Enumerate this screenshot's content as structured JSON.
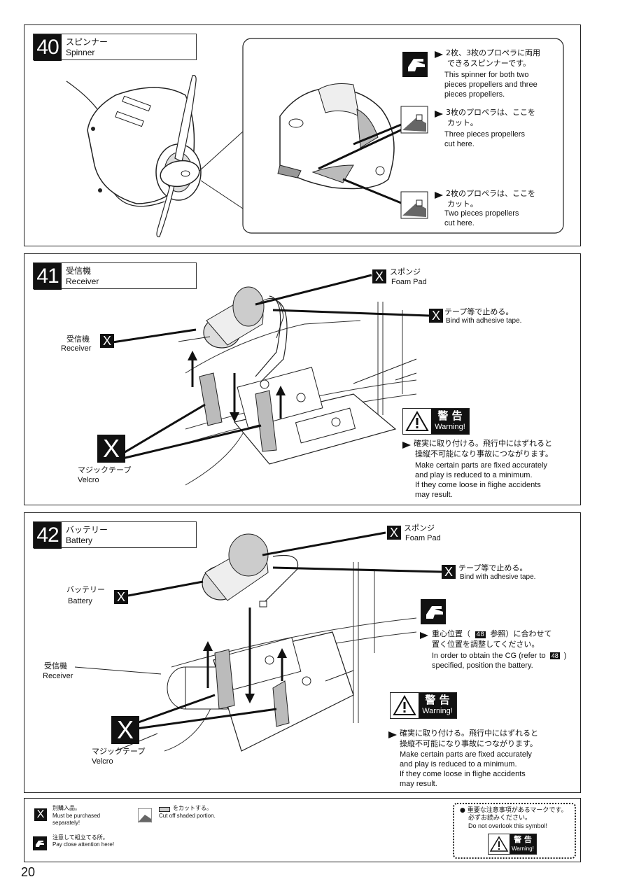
{
  "step40": {
    "num": "40",
    "title_jp": "スピンナー",
    "title_en": "Spinner",
    "note1_jp_1": "2枚、3枚のプロペラに両用",
    "note1_jp_2": "できるスピンナーです。",
    "note1_en_1": "This spinner for both two",
    "note1_en_2": "pieces propellers and three",
    "note1_en_3": "pieces propellers.",
    "note2_jp_1": "3枚のプロペラは、ここを",
    "note2_jp_2": "カット。",
    "note2_en_1": "Three pieces propellers",
    "note2_en_2": "cut here.",
    "note3_jp_1": "2枚のプロペラは、ここを",
    "note3_jp_2": "カット。",
    "note3_en_1": "Two pieces propellers",
    "note3_en_2": "cut here."
  },
  "step41": {
    "num": "41",
    "title_jp": "受信機",
    "title_en": "Receiver",
    "x": "X",
    "foam_jp": "スポンジ",
    "foam_en": "Foam Pad",
    "tape_jp": "テープ等で止める。",
    "tape_en": "Bind with adhesive tape.",
    "receiver_jp": "受信機",
    "receiver_en": "Receiver",
    "velcro_jp": "マジックテープ",
    "velcro_en": "Velcro",
    "warn_jp": "警 告",
    "warn_en": "Warning!",
    "w_jp_1": "確実に取り付ける。飛行中にはずれると",
    "w_jp_2": "操縦不可能になり事故につながります。",
    "w_en_1": "Make certain parts are fixed accurately",
    "w_en_2": "and play is reduced to a minimum.",
    "w_en_3": "If they come loose in flighe accidents",
    "w_en_4": "may result."
  },
  "step42": {
    "num": "42",
    "title_jp": "バッテリー",
    "title_en": "Battery",
    "x": "X",
    "foam_jp": "スポンジ",
    "foam_en": "Foam Pad",
    "tape_jp": "テープ等で止める。",
    "tape_en": "Bind with adhesive tape.",
    "battery_jp": "バッテリー",
    "battery_en": "Battery",
    "receiver_jp": "受信機",
    "receiver_en": "Receiver",
    "velcro_jp": "マジックテープ",
    "velcro_en": "Velcro",
    "cg_jp_1a": "重心位置（",
    "cg_ref": "48",
    "cg_jp_1b": "参照）に合わせて",
    "cg_jp_2": "置く位置を調整してください。",
    "cg_en_1": "In order to obtain the CG (refer to",
    "cg_en_1b": ")",
    "cg_en_2": "specified, position the battery.",
    "warn_jp": "警 告",
    "warn_en": "Warning!",
    "w_jp_1": "確実に取り付ける。飛行中にはずれると",
    "w_jp_2": "操縦不可能になり事故につながります。",
    "w_en_1": "Make certain parts are fixed accurately",
    "w_en_2": "and play is reduced to a minimum.",
    "w_en_3": "If they come loose in flighe accidents",
    "w_en_4": "may result."
  },
  "legend": {
    "x": "X",
    "buy_jp": "別購入品。",
    "buy_en_1": "Must be purchased",
    "buy_en_2": "separately!",
    "cut_jp": "をカットする。",
    "cut_en": "Cut off shaded portion.",
    "care_jp": "注意して組立てる所。",
    "care_en": "Pay close attention here!",
    "note_jp_1": "● 重要な注意事項があるマークです。",
    "note_jp_2": "必ずお読みください。",
    "note_en": "Do not overlook this symbol!",
    "warn_jp": "警 告",
    "warn_en": "Warning!"
  },
  "page": "20"
}
